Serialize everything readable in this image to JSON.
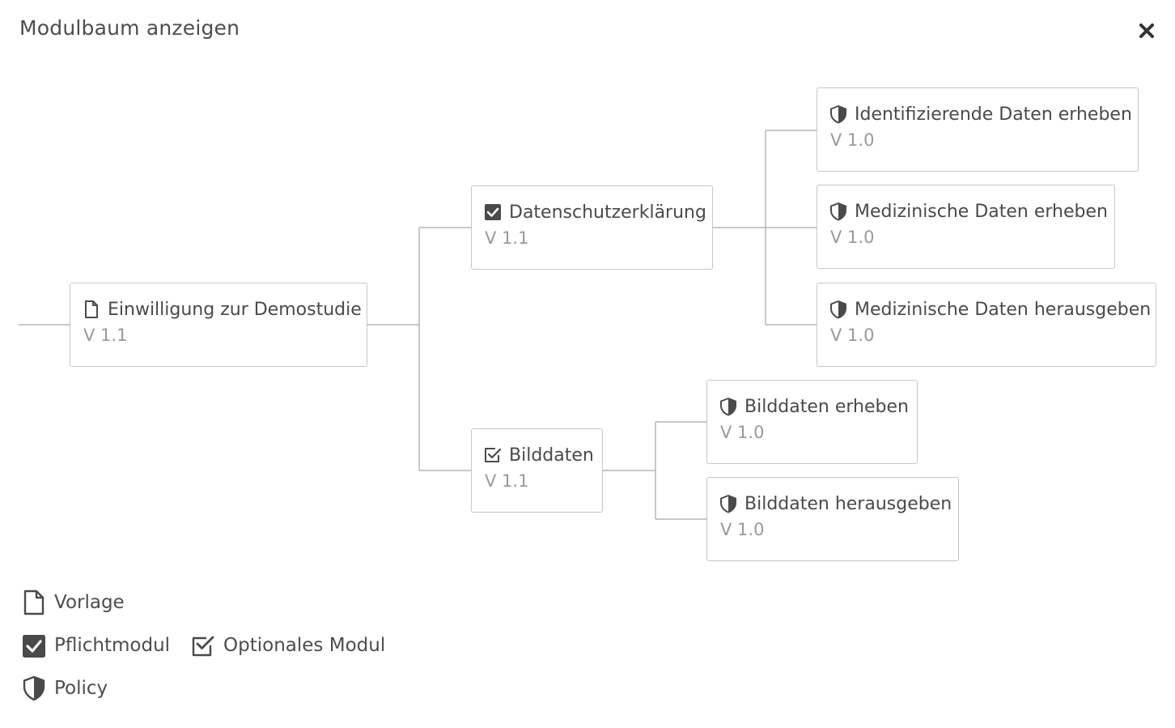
{
  "dialog": {
    "title": "Modulbaum anzeigen",
    "close_icon": "close-icon"
  },
  "tree": {
    "root": {
      "label": "Einwilligung zur Demostudie",
      "version": "V 1.1",
      "icon": "document-icon"
    },
    "level1": [
      {
        "label": "Datenschutzerklärung",
        "version": "V 1.1",
        "icon": "checkbox-filled-icon"
      },
      {
        "label": "Bilddaten",
        "version": "V 1.1",
        "icon": "checkbox-outline-icon"
      }
    ],
    "level2_datenschutz": [
      {
        "label": "Identifizierende Daten erheben",
        "version": "V 1.0",
        "icon": "shield-icon"
      },
      {
        "label": "Medizinische Daten erheben",
        "version": "V 1.0",
        "icon": "shield-icon"
      },
      {
        "label": "Medizinische Daten herausgeben",
        "version": "V 1.0",
        "icon": "shield-icon"
      }
    ],
    "level2_bilddaten": [
      {
        "label": "Bilddaten erheben",
        "version": "V 1.0",
        "icon": "shield-icon"
      },
      {
        "label": "Bilddaten herausgeben",
        "version": "V 1.0",
        "icon": "shield-icon"
      }
    ]
  },
  "legend": {
    "vorlage": "Vorlage",
    "pflichtmodul": "Pflichtmodul",
    "optionales_modul": "Optionales Modul",
    "policy": "Policy"
  },
  "colors": {
    "text": "#4a4a4a",
    "version": "#9a9a9a",
    "border": "#c7c7c7",
    "line": "#b5b5b5",
    "icon": "#4a4a4a"
  }
}
